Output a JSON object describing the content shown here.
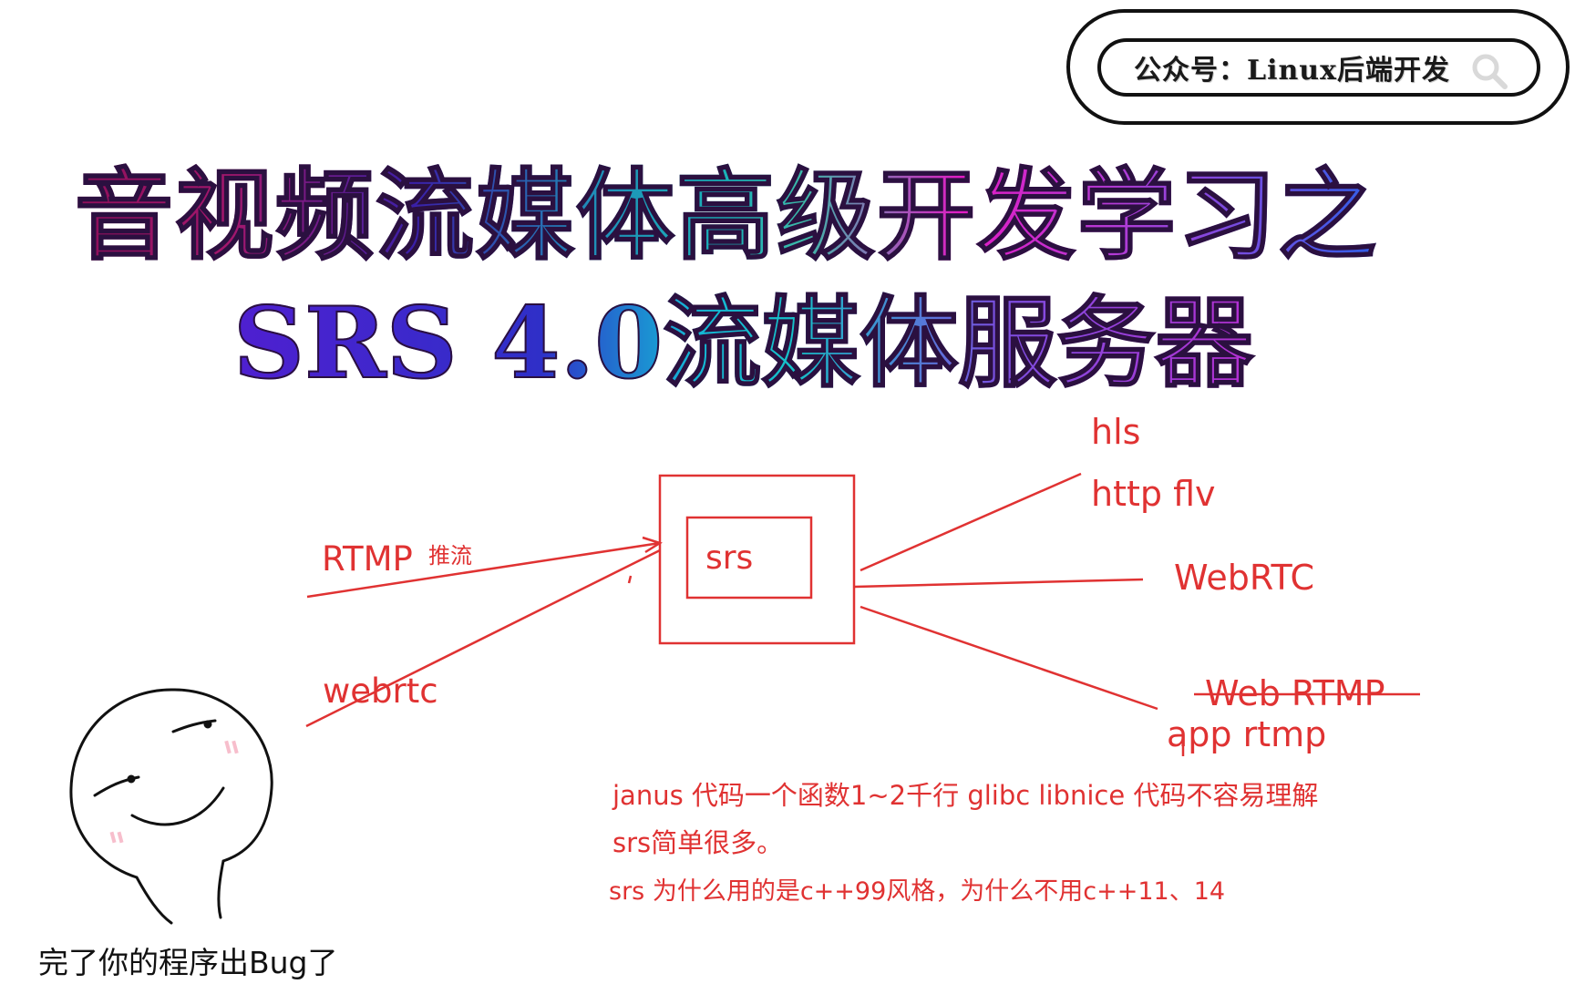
{
  "badge": {
    "text": "公众号：Linux后端开发",
    "icon": "search-icon"
  },
  "title": {
    "line1": "音视频流媒体高级开发学习之",
    "line2": "SRS 4.0流媒体服务器"
  },
  "diagram": {
    "server_label": "srs",
    "inputs": [
      {
        "label": "RTMP",
        "sublabel": "推流"
      },
      {
        "label": "webrtc"
      }
    ],
    "outputs": [
      {
        "label": "hls"
      },
      {
        "label": "http flv"
      },
      {
        "label": "WebRTC"
      },
      {
        "label": "Web RTMP",
        "struck": true
      },
      {
        "label": "app rtmp"
      }
    ],
    "line_color": "#e03232"
  },
  "notes": [
    "janus 代码一个函数1~2千行  glibc libnice 代码不容易理解",
    "srs简单很多。",
    "srs 为什么用的是c++99风格，为什么不用c++11、14"
  ],
  "meme": {
    "caption": "完了你的程序出Bug了"
  }
}
